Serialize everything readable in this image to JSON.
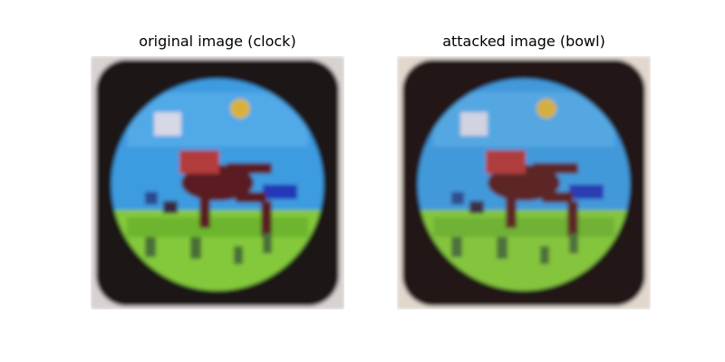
{
  "panels": [
    {
      "title": "original image (clock)",
      "label": "clock"
    },
    {
      "title": "attacked image (bowl)",
      "label": "bowl"
    }
  ],
  "colors": {
    "sky": "#3d9be0",
    "sky_light": "#66b8ee",
    "grass": "#84c93a",
    "grass_dark": "#5ea828",
    "frame": "#1c1212",
    "horse": "#5a1f22",
    "horse_red": "#b23a3a",
    "sun": "#d8b238",
    "blue_label": "#2338b8",
    "cloud": "#d6d8e6"
  }
}
